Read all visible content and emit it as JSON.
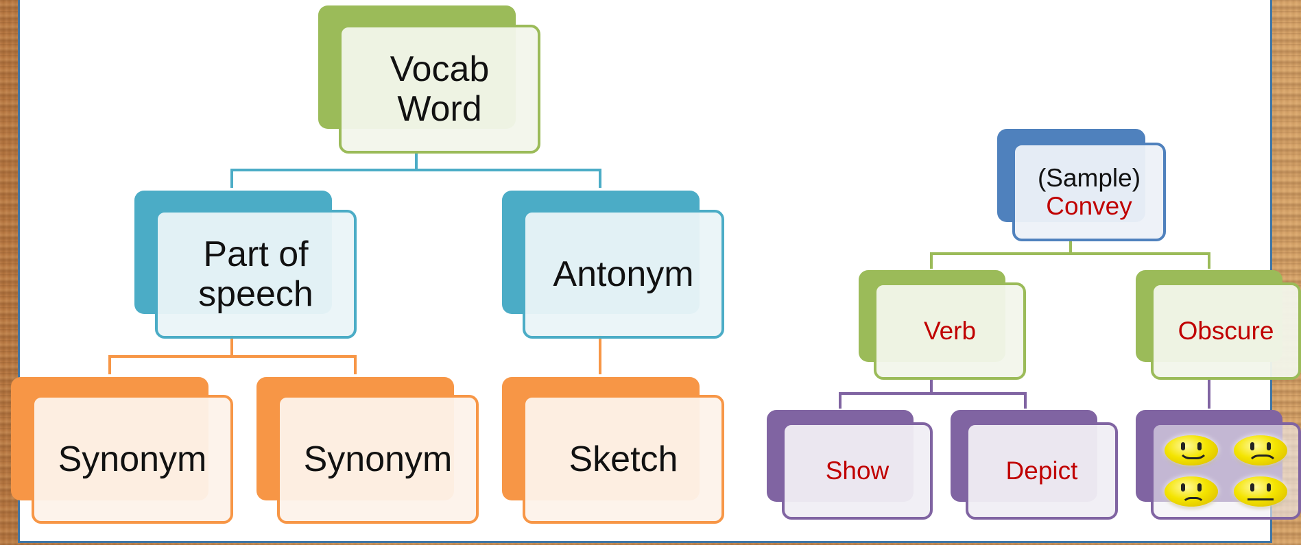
{
  "colors": {
    "green": "#9bbb59",
    "green_fill": "#f2f6eb",
    "teal": "#4bacc6",
    "teal_fill": "#eaf4f8",
    "orange": "#f79646",
    "orange_fill": "#fdf2ea",
    "blue": "#4f81bd",
    "blue_fill": "#edf1f8",
    "purple": "#8064a2",
    "purple_fill": "#f0eef4",
    "accent_text": "#c00000"
  },
  "left_tree": {
    "root": "Vocab\nWord",
    "part_of_speech": "Part of\nspeech",
    "antonym": "Antonym",
    "synonym_1": "Synonym",
    "synonym_2": "Synonym",
    "sketch": "Sketch"
  },
  "right_tree": {
    "root_line1": "(Sample)",
    "root_line2": "Convey",
    "verb": "Verb",
    "obscure": "Obscure",
    "show": "Show",
    "depict": "Depict",
    "sketch_image": "smiley-faces-image"
  }
}
